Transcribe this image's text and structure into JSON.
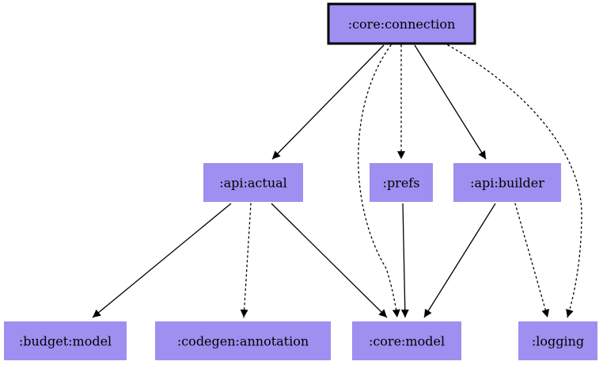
{
  "colors": {
    "node_fill": "#9e8ff0",
    "edge": "#000000",
    "background": "#ffffff"
  },
  "nodes": [
    {
      "id": "core-connection",
      "label": ":core:connection",
      "root": true
    },
    {
      "id": "api-actual",
      "label": ":api:actual"
    },
    {
      "id": "prefs",
      "label": ":prefs"
    },
    {
      "id": "api-builder",
      "label": ":api:builder"
    },
    {
      "id": "budget-model",
      "label": ":budget:model"
    },
    {
      "id": "codegen-annotation",
      "label": ":codegen:annotation"
    },
    {
      "id": "core-model",
      "label": ":core:model"
    },
    {
      "id": "logging",
      "label": ":logging"
    }
  ],
  "edges": [
    {
      "from": "core-connection",
      "to": "api-actual",
      "style": "solid"
    },
    {
      "from": "core-connection",
      "to": "core-model",
      "style": "dotted"
    },
    {
      "from": "core-connection",
      "to": "prefs",
      "style": "dotted"
    },
    {
      "from": "core-connection",
      "to": "api-builder",
      "style": "solid"
    },
    {
      "from": "core-connection",
      "to": "logging",
      "style": "dotted"
    },
    {
      "from": "api-actual",
      "to": "budget-model",
      "style": "solid"
    },
    {
      "from": "api-actual",
      "to": "codegen-annotation",
      "style": "dotted"
    },
    {
      "from": "api-actual",
      "to": "core-model",
      "style": "solid"
    },
    {
      "from": "prefs",
      "to": "core-model",
      "style": "solid"
    },
    {
      "from": "api-builder",
      "to": "core-model",
      "style": "solid"
    },
    {
      "from": "api-builder",
      "to": "logging",
      "style": "dotted"
    }
  ]
}
